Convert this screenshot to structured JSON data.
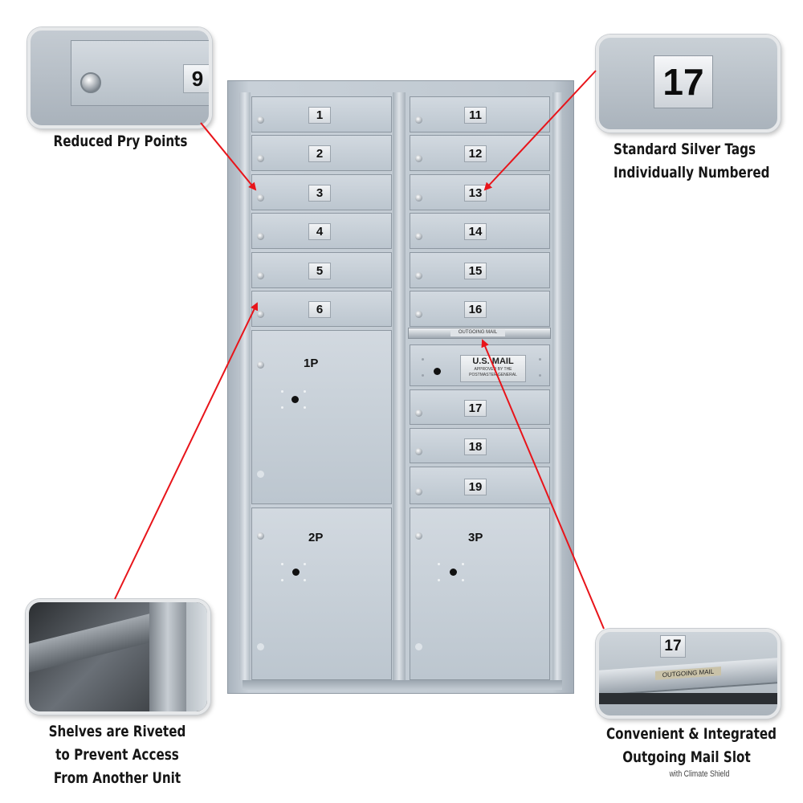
{
  "callouts": {
    "pry": {
      "title": "Reduced Pry Points",
      "tag_number": "9"
    },
    "tags": {
      "line1": "Standard Silver Tags",
      "line2": "Individually Numbered",
      "tag_number": "17"
    },
    "shelves": {
      "line1": "Shelves are Riveted",
      "line2": "to Prevent Access",
      "line3": "From Another Unit"
    },
    "slot": {
      "line1": "Convenient & Integrated",
      "line2": "Outgoing Mail Slot",
      "sub": "with Climate Shield",
      "tag_number": "17",
      "plate_text": "OUTGOING MAIL"
    }
  },
  "mailbox": {
    "left_doors": [
      "1",
      "2",
      "3",
      "4",
      "5",
      "6"
    ],
    "right_top_doors": [
      "11",
      "12",
      "13",
      "14",
      "15",
      "16"
    ],
    "right_mid_doors": [
      "17",
      "18",
      "19"
    ],
    "parcels": {
      "p1": "1P",
      "p2": "2P",
      "p3": "3P"
    },
    "outgoing_label": "OUTGOING MAIL",
    "usmail": {
      "title": "U.S. MAIL",
      "line1": "APPROVED BY THE",
      "line2": "POSTMASTER GENERAL"
    }
  }
}
